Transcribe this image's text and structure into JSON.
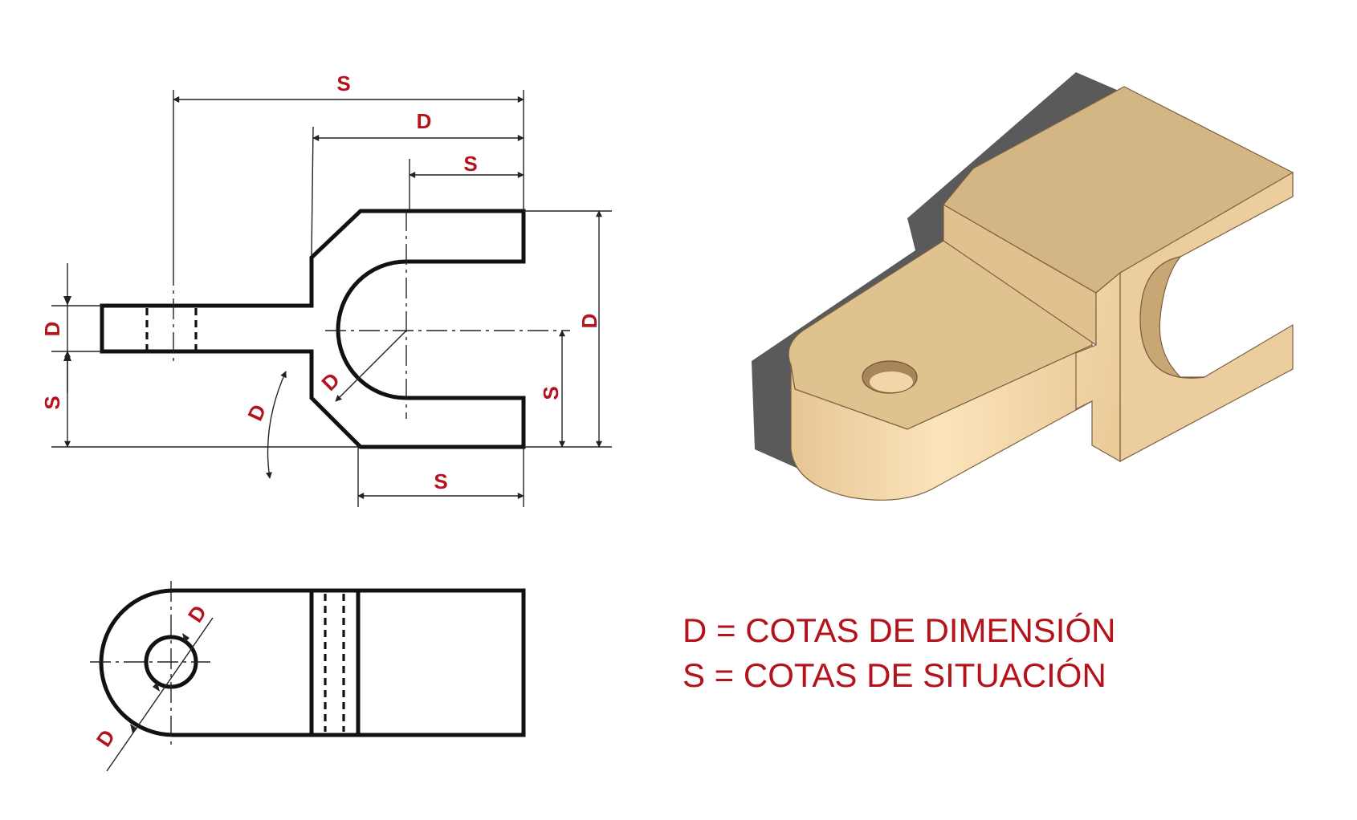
{
  "colors": {
    "dimension_text": "#b5121b",
    "drawing_line": "#111111",
    "iso_top": "#d8b98d",
    "iso_front": "#f1d6aa",
    "iso_side": "#e8c897",
    "iso_shadow": "#5a5a5a"
  },
  "front_view": {
    "labels": {
      "top_overall": "S",
      "top_middle": "D",
      "top_inner": "S",
      "right_height": "D",
      "right_lower": "S",
      "left_upper": "D",
      "left_lower": "S",
      "bottom": "S",
      "radius": "D",
      "angle": "D"
    }
  },
  "top_view": {
    "labels": {
      "hole_upper": "D",
      "hole_lower": "D"
    }
  },
  "legend": {
    "line1": "D = COTAS DE DIMENSIÓN",
    "line2": "S = COTAS DE SITUACIÓN"
  }
}
